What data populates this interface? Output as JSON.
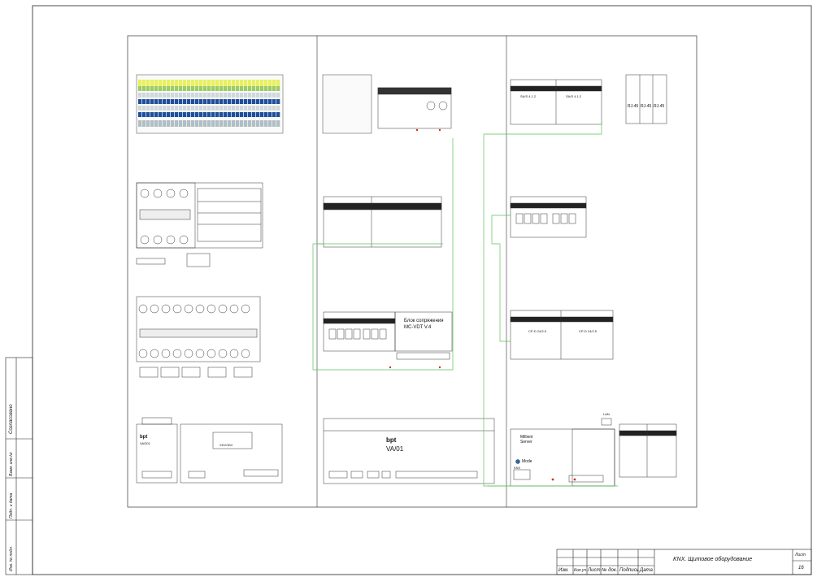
{
  "sheet": {
    "title": "KNX. Щитовое оборудование",
    "sheet_label": "Лист",
    "sheet_number": "16",
    "stamp_columns": [
      "Изм.",
      "Кол.уч",
      "Лист",
      "№ док.",
      "Подпись",
      "Дата"
    ],
    "side_labels": [
      "Согласовано",
      "Взам. инв.№",
      "Подп. и дата",
      "Инв. № подл."
    ]
  },
  "devices": {
    "block1_title": "Блок сопряжения",
    "block1_model": "MC-VDT V.4",
    "bpt_small_brand": "bpt",
    "bpt_small_model": "VA/301",
    "bpt_mid_model": "XDV/304",
    "bpt_large_brand": "bpt",
    "bpt_large_model": "VA/01",
    "rj45_a": "RJ-45",
    "rj45_b": "RJ-45",
    "rj45_c": "RJ-45",
    "psu_a": "CP-D 24/2.5",
    "psu_b": "CP-D 24/2.5",
    "gateway_a": "Millient",
    "gateway_b": "Server",
    "gateway_mode": "Mode",
    "gateway_type": "KNX",
    "lan_label": "LAN",
    "sai_a": "SA/S 4.1.2",
    "sai_b": "SA/S 4.1.2"
  }
}
